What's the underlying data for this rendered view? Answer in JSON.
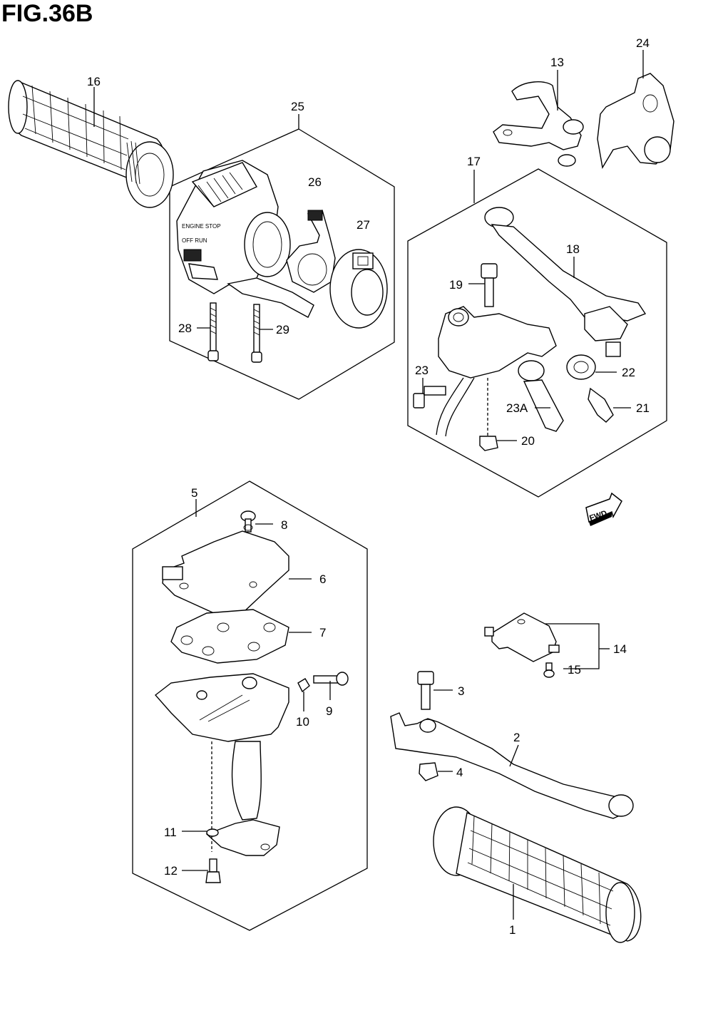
{
  "figure_title": "FIG.36B",
  "fwd_badge": "FWD",
  "callouts": [
    {
      "id": "c1",
      "label": "1"
    },
    {
      "id": "c2",
      "label": "2"
    },
    {
      "id": "c3",
      "label": "3"
    },
    {
      "id": "c4",
      "label": "4"
    },
    {
      "id": "c5",
      "label": "5"
    },
    {
      "id": "c6",
      "label": "6"
    },
    {
      "id": "c7",
      "label": "7"
    },
    {
      "id": "c8",
      "label": "8"
    },
    {
      "id": "c9",
      "label": "9"
    },
    {
      "id": "c10",
      "label": "10"
    },
    {
      "id": "c11",
      "label": "11"
    },
    {
      "id": "c12",
      "label": "12"
    },
    {
      "id": "c13",
      "label": "13"
    },
    {
      "id": "c14",
      "label": "14"
    },
    {
      "id": "c15",
      "label": "15"
    },
    {
      "id": "c16",
      "label": "16"
    },
    {
      "id": "c17",
      "label": "17"
    },
    {
      "id": "c18",
      "label": "18"
    },
    {
      "id": "c19",
      "label": "19"
    },
    {
      "id": "c20",
      "label": "20"
    },
    {
      "id": "c21",
      "label": "21"
    },
    {
      "id": "c22",
      "label": "22"
    },
    {
      "id": "c23",
      "label": "23"
    },
    {
      "id": "c23a",
      "label": "23A"
    },
    {
      "id": "c24",
      "label": "24"
    },
    {
      "id": "c25",
      "label": "25"
    },
    {
      "id": "c26",
      "label": "26"
    },
    {
      "id": "c27",
      "label": "27"
    },
    {
      "id": "c28",
      "label": "28"
    },
    {
      "id": "c29",
      "label": "29"
    }
  ]
}
